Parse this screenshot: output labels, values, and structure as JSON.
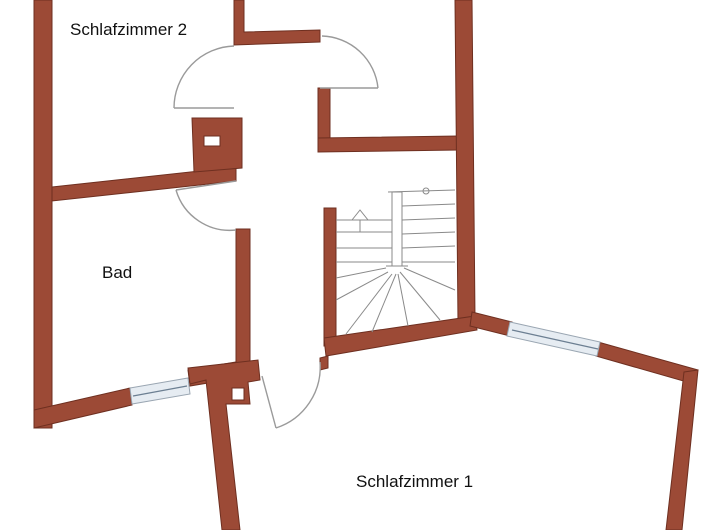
{
  "rooms": {
    "bedroom_2": "Schlafzimmer 2",
    "bathroom": "Bad",
    "bedroom_1": "Schlafzimmer 1"
  },
  "colors": {
    "wall": "#9c4a36",
    "door": "#9a9a9a",
    "stairs": "#8a8a8a",
    "background": "#ffffff"
  }
}
